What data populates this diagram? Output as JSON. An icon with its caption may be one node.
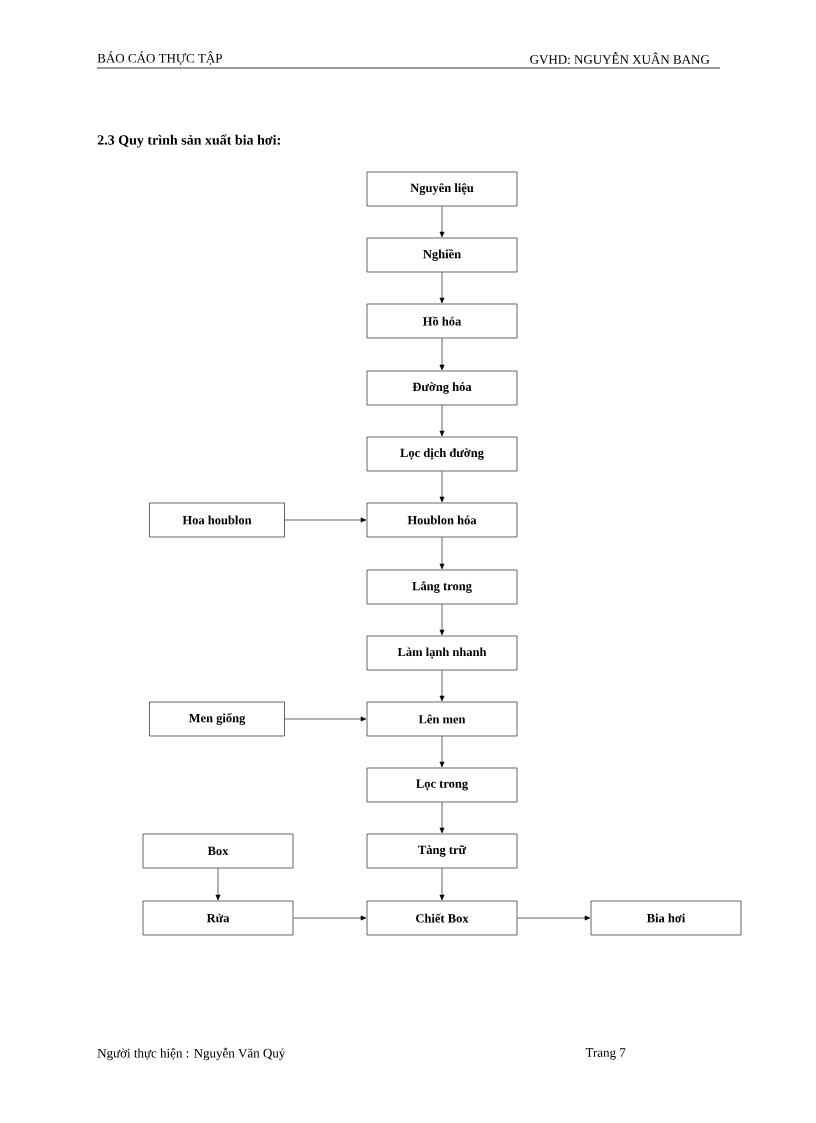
{
  "diagram": {
    "title": "2.3 Quy trình sản xuất bia hơi:",
    "nodes": [
      {
        "text": [
          "Nguyên liệu"
        ]
      },
      {
        "text": [
          "Nghiền"
        ]
      },
      {
        "text": [
          "Hồ hóa"
        ]
      },
      {
        "text": [
          "Đường hóa"
        ]
      },
      {
        "text": [
          "Lọc dịch đường"
        ]
      },
      {
        "text": [
          "Hoa houblon"
        ]
      },
      {
        "text": [
          "Houblon hóa"
        ]
      },
      {
        "text": [
          "Lắng trong"
        ]
      },
      {
        "text": [
          "Làm lạnh nhanh"
        ]
      },
      {
        "text": [
          "Men giống"
        ]
      },
      {
        "text": [
          "Lên men"
        ]
      },
      {
        "text": [
          "Lọc trong"
        ]
      },
      {
        "text": [
          "Box"
        ]
      },
      {
        "text": [
          "Tàng trữ"
        ]
      },
      {
        "text": [
          "Rửa"
        ]
      },
      {
        "text": [
          "Chiết Box"
        ]
      },
      {
        "text": [
          "Bia hơi"
        ]
      }
    ],
    "edges": [
      {
        "from": 0,
        "to": 1,
        "arrow": "to"
      },
      {
        "from": 1,
        "to": 2,
        "arrow": "to"
      },
      {
        "from": 2,
        "to": 3,
        "arrow": "to"
      },
      {
        "from": 3,
        "to": 4,
        "arrow": "to"
      },
      {
        "from": 4,
        "to": 6,
        "arrow": "to"
      },
      {
        "from": 5,
        "to": 6,
        "arrow": "to"
      },
      {
        "from": 6,
        "to": 7,
        "arrow": "to"
      },
      {
        "from": 7,
        "to": 8,
        "arrow": "to"
      },
      {
        "from": 8,
        "to": 10,
        "arrow": "to"
      },
      {
        "from": 9,
        "to": 10,
        "arrow": "to"
      },
      {
        "from": 10,
        "to": 11,
        "arrow": "to"
      },
      {
        "from": 11,
        "to": 13,
        "arrow": "to"
      },
      {
        "from": 13,
        "to": 15,
        "arrow": "to"
      },
      {
        "from": 12,
        "to": 14,
        "arrow": "to"
      },
      {
        "from": 14,
        "to": 15,
        "arrow": "to"
      },
      {
        "from": 15,
        "to": 16,
        "arrow": "to"
      }
    ],
    "labels": [
      "BÁO CÁO THỰC TẬP",
      "GVHD:  NGUYỄN XUÂN BANG",
      "Người thực hiện : Nguyễn Văn Quý",
      "Trang  7"
    ]
  }
}
